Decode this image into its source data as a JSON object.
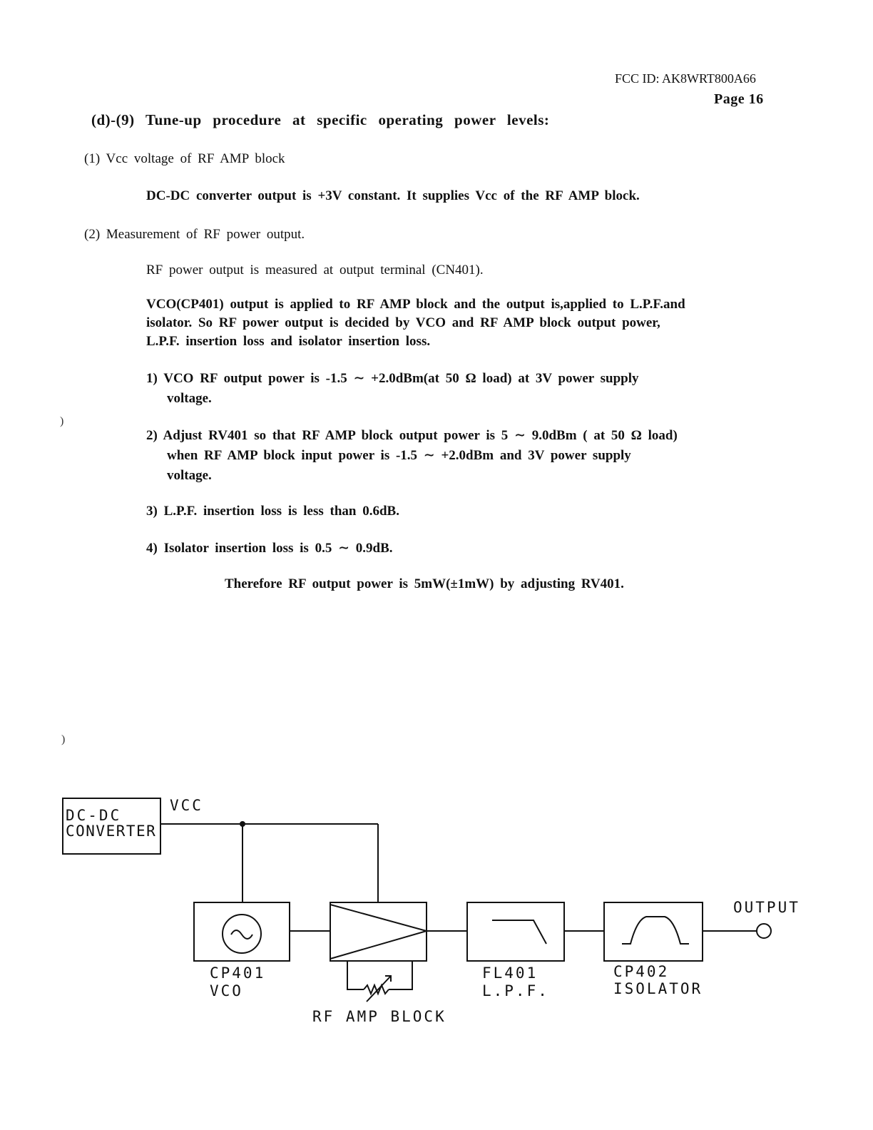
{
  "header": {
    "fcc_id": "FCC ID: AK8WRT800A66",
    "page": "Page  16"
  },
  "section_title": "(d)-(9)  Tune-up  procedure  at specific  operating  power  levels:",
  "item1": {
    "heading": "(1) Vcc voltage  of RF AMP block",
    "body": "DC-DC converter  output  is +3V constant.    It supplies  Vcc of the  RF AMP block."
  },
  "item2": {
    "heading": "(2) Measurement  of RF power  output.",
    "para1": "RF power  output  is measured  at output  terminal   (CN401).",
    "para2_l1": "VCO(CP401) output  is applied  to RF AMP block  and  the  output  is,applied  to L.P.F.and",
    "para2_l2": "isolator.    So RF power  output  is decided  by  VCO and  RF AMP block  output  power,",
    "para2_l3": "L.P.F. insertion   loss and  isolator  insertion   loss.",
    "list": [
      {
        "l1": "1) VCO RF output  power  is -1.5  ∼ +2.0dBm(at  50 Ω  load)  at 3V power  supply",
        "l2": "voltage."
      },
      {
        "l1": "2) Adjust  RV401  so that  RF AMP block  output  power  is 5  ∼  9.0dBm  ( at 50 Ω  load)",
        "l2": "when  RF AMP block  input  power  is -1.5   ∼  +2.0dBm and  3V power  supply",
        "l3": "voltage."
      },
      {
        "l1": "3) L.P.F. insertion   loss is less than   0.6dB."
      },
      {
        "l1": "4) Isolator  insertion   loss is 0.5  ∼  0.9dB."
      }
    ],
    "conclusion": "Therefore  RF output  power  is 5mW(±1mW) by  adjusting  RV401."
  },
  "diagram": {
    "dcdc_l1": "DC-DC",
    "dcdc_l2": "CONVERTER",
    "vcc": "VCC",
    "vco_ref": "CP401",
    "vco_name": "VCO",
    "amp_label": "RF  AMP  BLOCK",
    "lpf_ref": "FL401",
    "lpf_name": "L.P.F.",
    "iso_ref": "CP402",
    "iso_name": "ISOLATOR",
    "output": "OUTPUT"
  }
}
